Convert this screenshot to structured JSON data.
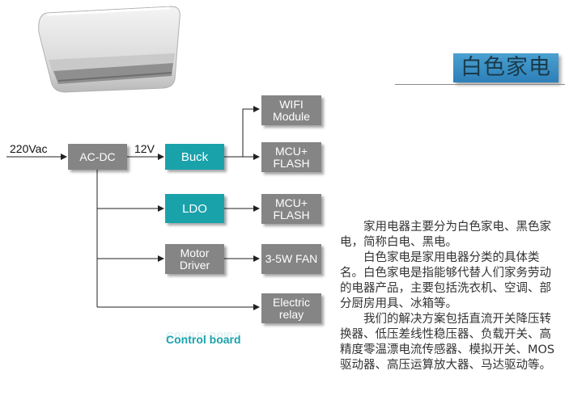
{
  "title": "白色家电",
  "diagram": {
    "input_label": "220Vac",
    "acdc_label": "AC-DC",
    "rail_label": "12V",
    "buck_label": "Buck",
    "wifi_label": "WIFI\nModule",
    "mcu1_label": "MCU+\nFLASH",
    "ldo_label": "LDO",
    "mcu2_label": "MCU+\nFLASH",
    "motor_label": "Motor\nDriver",
    "fan_label": "3-5W FAN",
    "relay_label": "Electric\nrelay",
    "board_label": "Control board"
  },
  "description": {
    "p1": "家用电器主要分为白色家电、黑色家电，简称白电、黑电。",
    "p2": "白色家电是家用电器分类的具体类名。白色家电是指能够代替人们家务劳动的电器产品，主要包括洗衣机、空调、部分厨房用具、冰箱等。",
    "p3": "我们的解决方案包括直流开关降压转换器、低压差线性稳压器、负载开关、高精度零温漂电流传感器、模拟开关、MOS 驱动器、高压运算放大器、马达驱动等。"
  },
  "colors": {
    "block_gray": "#858585",
    "block_teal": "#1aa2ab",
    "title_blue": "#2c7fb8"
  }
}
